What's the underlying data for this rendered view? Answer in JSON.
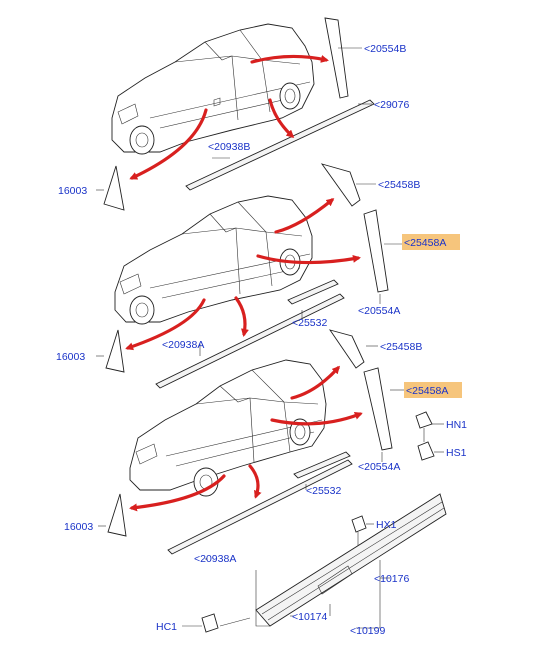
{
  "labels": {
    "p20554B": "<20554B",
    "p29076": "<29076",
    "p20938B": "<20938B",
    "p16003_1": "16003",
    "p25458B_1": "<25458B",
    "p25458A_1": "<25458A",
    "p20554A_1": "<20554A",
    "p25532_1": "<25532",
    "p20938A_1": "<20938A",
    "p16003_2": "16003",
    "p25458B_2": "<25458B",
    "p25458A_2": "<25458A",
    "pHN1": "HN1",
    "pHS1": "HS1",
    "p20554A_2": "<20554A",
    "p25532_2": "<25532",
    "p16003_3": "16003",
    "p20938A_2": "<20938A",
    "pHX1": "HX1",
    "p10176": "<10176",
    "pHC1": "HC1",
    "p10174": "<10174",
    "p10199": "<10199"
  },
  "colors": {
    "label": "#1a33c8",
    "arrow": "#d8201f",
    "highlight": "#f6c57c"
  }
}
